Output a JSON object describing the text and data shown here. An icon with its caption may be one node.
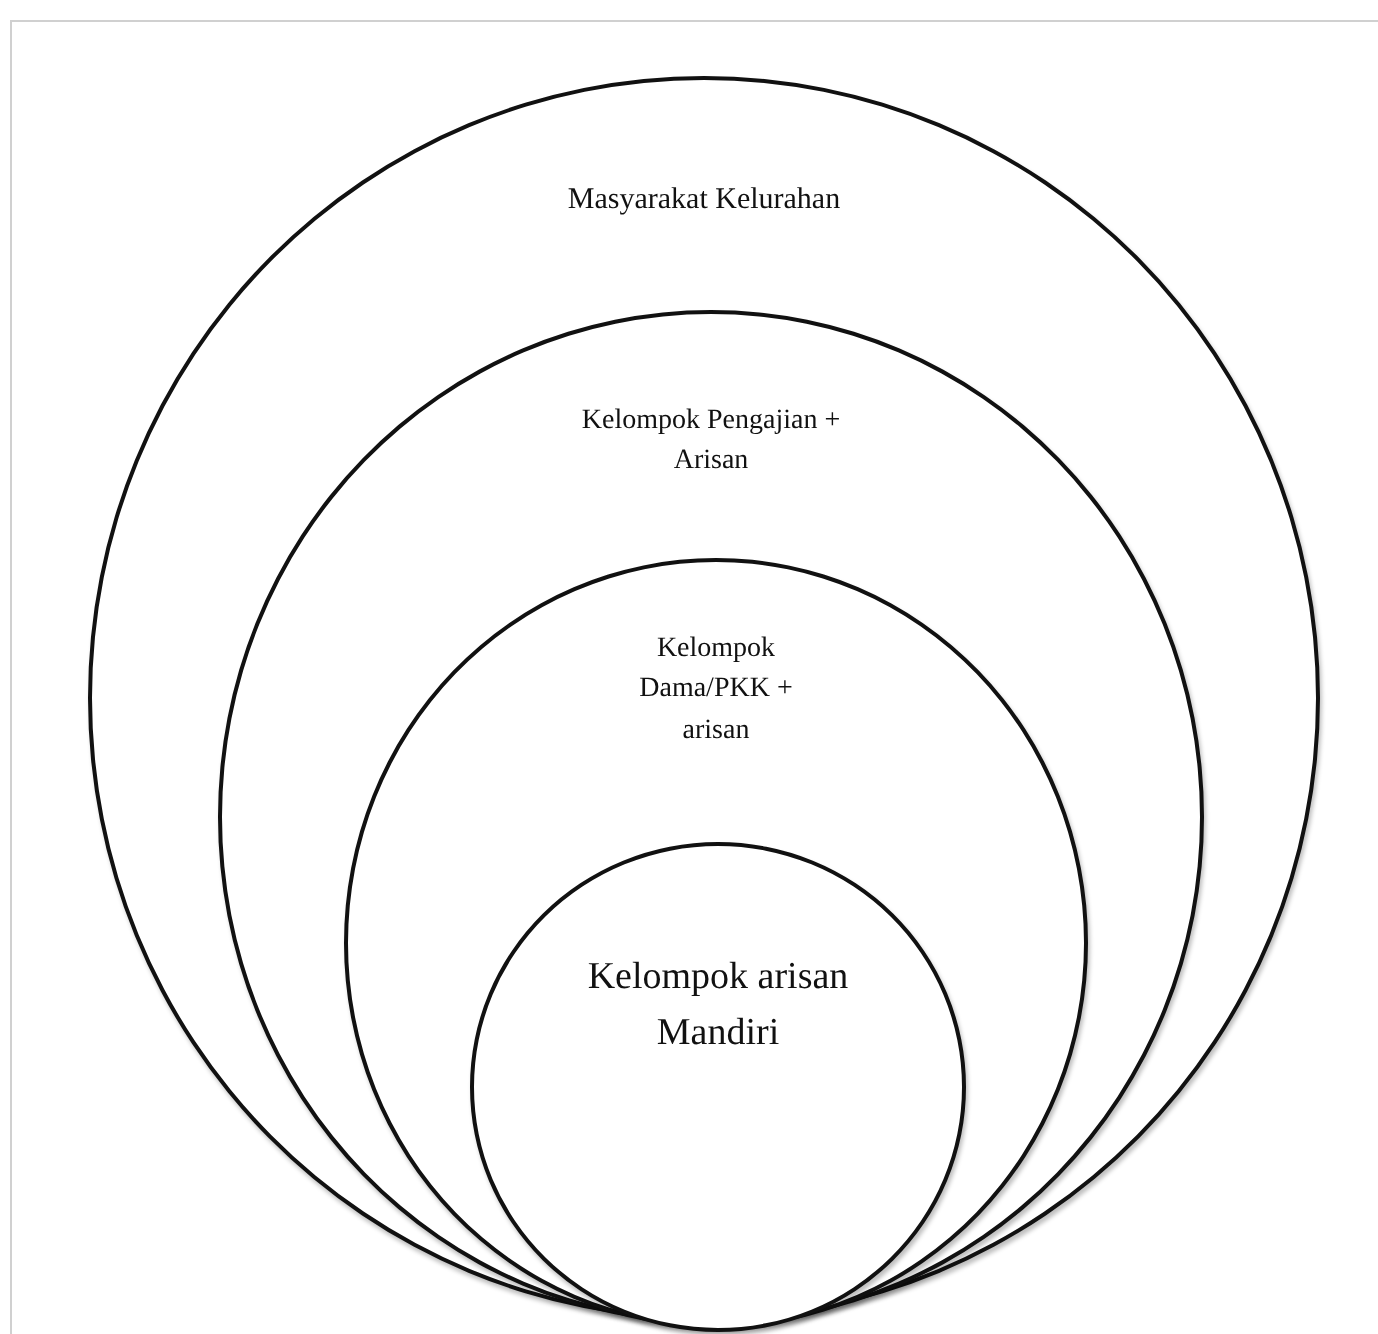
{
  "diagram": {
    "nodes": [
      {
        "text": [
          "Masyarakat Kelurahan"
        ]
      },
      {
        "text": [
          "Kelompok Pengajian + Arisan"
        ],
        "in": 0
      },
      {
        "text": [
          "Kelompok Dama/PKK + arisan"
        ],
        "in": 1
      },
      {
        "text": [
          "Kelompok arisan Mandiri"
        ],
        "in": 2
      }
    ]
  }
}
